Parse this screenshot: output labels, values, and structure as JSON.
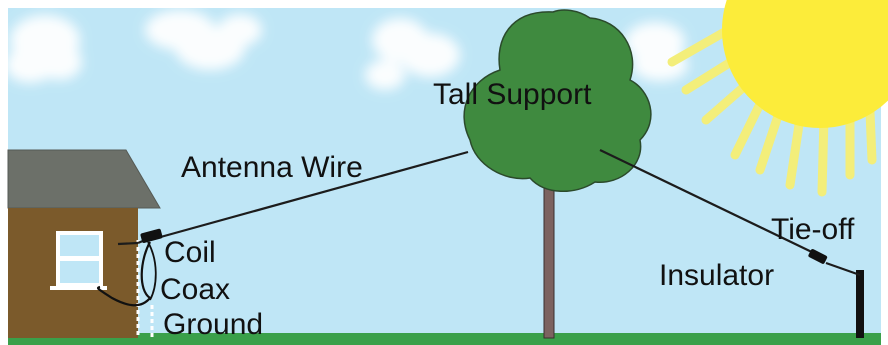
{
  "labels": {
    "tall_support": "Tall Support",
    "antenna_wire": "Antenna Wire",
    "tie_off": "Tie-off",
    "insulator": "Insulator",
    "coil": "Coil",
    "coax": "Coax",
    "ground": "Ground"
  },
  "colors": {
    "sky": "#bfe6f6",
    "sun": "#fcec3a",
    "sun_rays": "#f3ee7a",
    "cloud": "#ffffff",
    "tree_foliage": "#3f8a3f",
    "tree_trunk": "#7c6360",
    "house_wall": "#7b5a2b",
    "house_roof": "#6c7069",
    "grass": "#3aa04a",
    "wire": "#1c1c1c",
    "text": "#111111"
  }
}
